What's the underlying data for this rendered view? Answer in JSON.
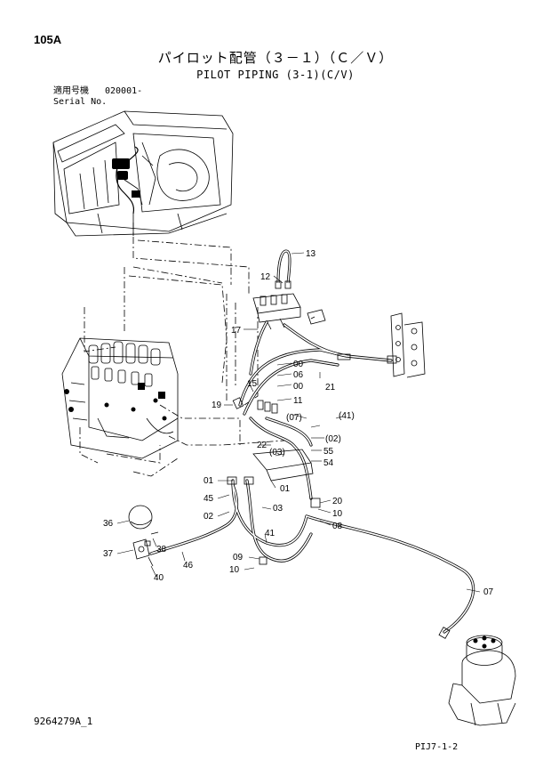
{
  "header": {
    "page_id": "105A",
    "title_jp": "パイロット配管（３－１）（Ｃ／Ｖ）",
    "title_en": "PILOT PIPING (3-1)(C/V)",
    "serial_label_jp": "適用号機",
    "serial_value": "020001-",
    "serial_label_en": "Serial No."
  },
  "footer": {
    "doc_number": "9264279A_1",
    "page_ref": "PIJ7-1-2"
  },
  "callouts": [
    "13",
    "12",
    "17",
    "00",
    "06",
    "00",
    "11",
    "15",
    "19",
    "21",
    "(07)",
    "(41)",
    "(02)",
    "55",
    "54",
    "22",
    "(03)",
    "01",
    "01",
    "45",
    "02",
    "03",
    "20",
    "10",
    "08",
    "41",
    "36",
    "37",
    "38",
    "40",
    "46",
    "09",
    "10",
    "07"
  ]
}
